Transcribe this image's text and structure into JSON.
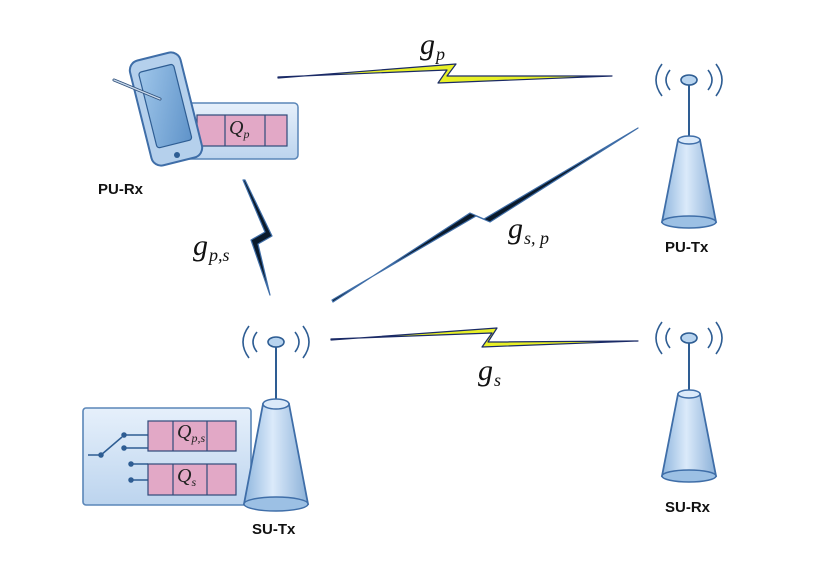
{
  "nodes": {
    "pu_rx": {
      "label": "PU-Rx",
      "queue": {
        "main": "Q",
        "sub": "p"
      }
    },
    "pu_tx": {
      "label": "PU-Tx"
    },
    "su_tx": {
      "label": "SU-Tx",
      "queues": [
        {
          "main": "Q",
          "sub": "p,s"
        },
        {
          "main": "Q",
          "sub": "s"
        }
      ]
    },
    "su_rx": {
      "label": "SU-Rx"
    }
  },
  "links": {
    "gp": {
      "main": "g",
      "sub": "p"
    },
    "gsp": {
      "main": "g",
      "sub": "s, p"
    },
    "gps": {
      "main": "g",
      "sub": "p,s"
    },
    "gs": {
      "main": "g",
      "sub": "s"
    }
  },
  "colors": {
    "bolt_yellow": "#e8f026",
    "bolt_dark": "#0a1a2c",
    "tower_fill": "#b8d4ef",
    "queue_fill": "#e2a8c6",
    "panel_fill": "#d7e6f6",
    "device_frame": "#b5d0ec"
  }
}
